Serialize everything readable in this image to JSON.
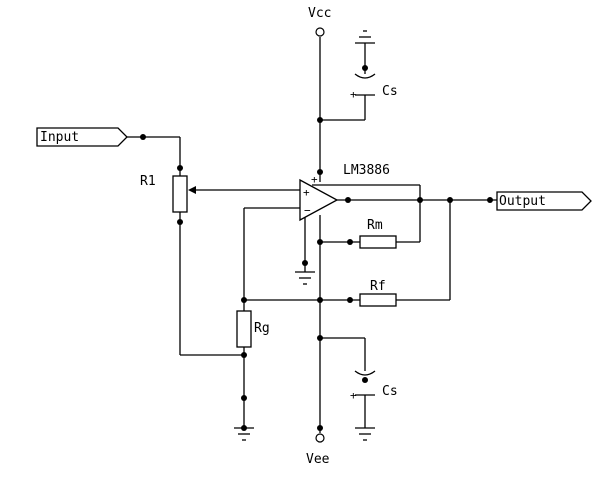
{
  "labels": {
    "vcc": "Vcc",
    "vee": "Vee",
    "input": "Input",
    "output": "Output",
    "r1": "R1",
    "rg": "Rg",
    "rm": "Rm",
    "rf": "Rf",
    "opamp": "LM3886",
    "cs_top": "Cs",
    "cs_bottom": "Cs",
    "plus": "+",
    "minus": "−"
  }
}
